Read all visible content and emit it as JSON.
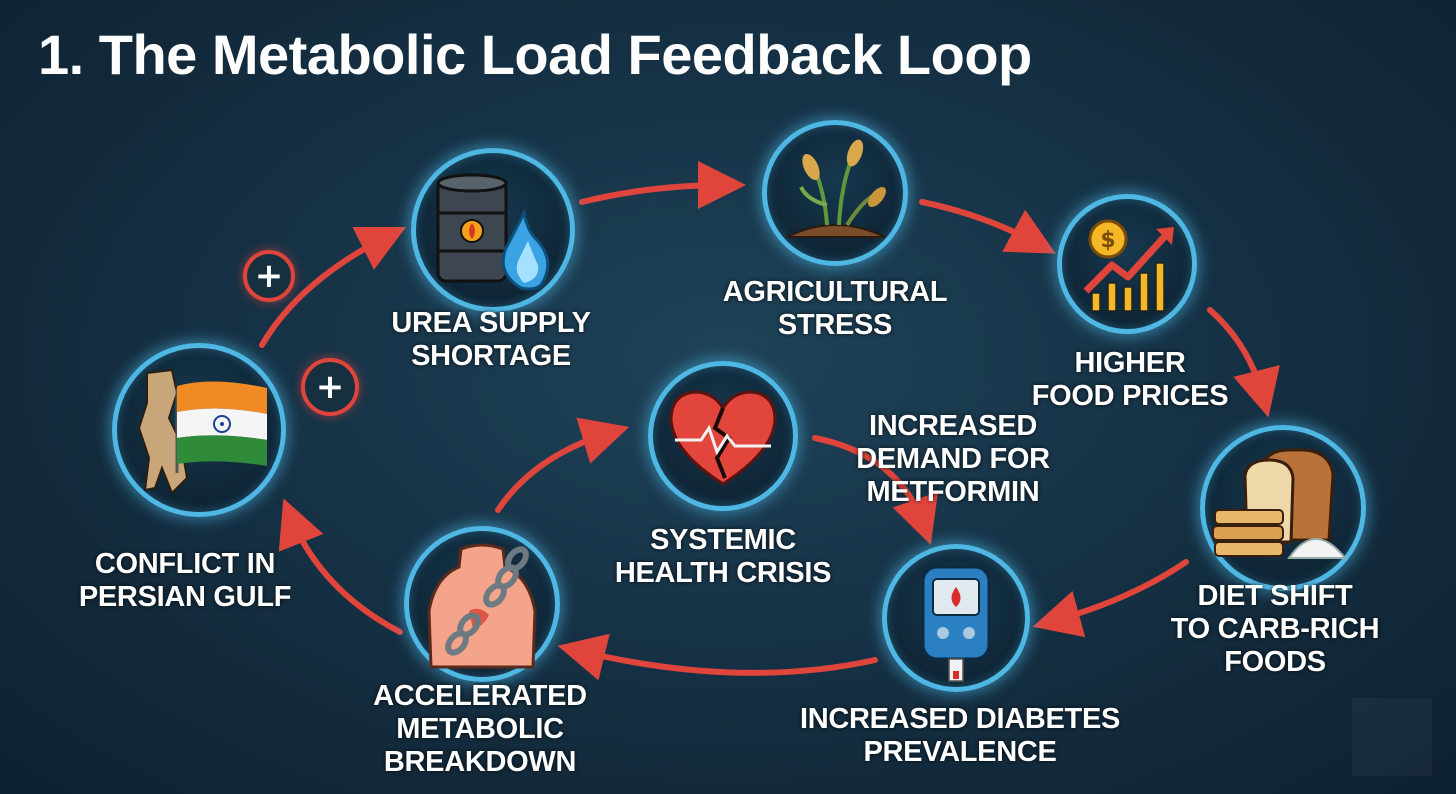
{
  "title": "1. The Metabolic Load Feedback Loop",
  "colors": {
    "accent_blue": "#4fb7e4",
    "arrow_red": "#e0453c",
    "background": "#163246"
  },
  "polarity_signs": [
    "+",
    "+"
  ],
  "nodes": {
    "conflict": {
      "icon": "india-flag-map-icon",
      "lines": [
        "CONFLICT IN",
        "PERSIAN GULF"
      ]
    },
    "urea": {
      "icon": "oil-barrel-gas-flame-icon",
      "lines": [
        "UREA SUPPLY",
        "SHORTAGE"
      ]
    },
    "agri": {
      "icon": "wilting-crop-icon",
      "lines": [
        "AGRICULTURAL",
        "STRESS"
      ]
    },
    "prices": {
      "icon": "rising-price-chart-icon",
      "lines": [
        "HIGHER",
        "FOOD PRICES"
      ]
    },
    "diet": {
      "icon": "bread-and-sugar-icon",
      "lines": [
        "DIET SHIFT",
        "TO CARB-RICH",
        "FOODS"
      ]
    },
    "diabetes": {
      "icon": "glucose-meter-icon",
      "lines": [
        "INCREASED DIABETES",
        "PREVALENCE"
      ]
    },
    "metabolic": {
      "icon": "chained-body-icon",
      "lines": [
        "ACCELERATED",
        "METABOLIC",
        "BREAKDOWN"
      ]
    },
    "health": {
      "icon": "broken-heart-icon",
      "lines": [
        "SYSTEMIC",
        "HEALTH CRISIS"
      ]
    }
  },
  "edge_labels": {
    "metformin": {
      "lines": [
        "INCREASED",
        "DEMAND FOR",
        "METFORMIN"
      ]
    }
  }
}
